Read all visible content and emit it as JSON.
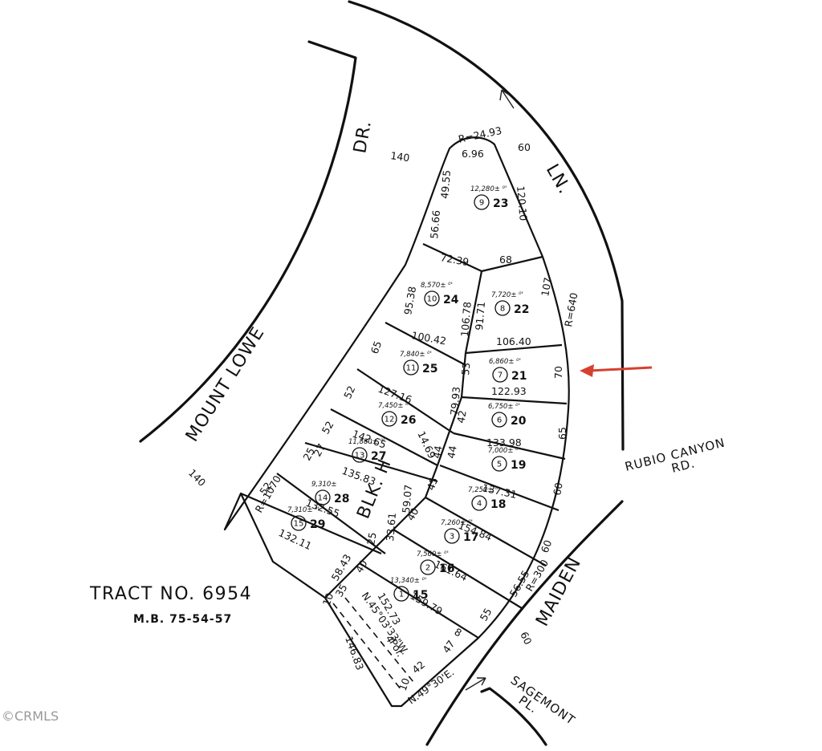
{
  "streets": {
    "mount_lowe": "MOUNT LOWE",
    "dr": "DR.",
    "ln": "LN.",
    "rubio": "RUBIO CANYON",
    "rd": "RD.",
    "maiden": "MAIDEN",
    "sagemont": "SAGEMONT",
    "pl": "PL."
  },
  "tract": {
    "title": "TRACT  NO.  6954",
    "mb": "M.B. 75-54-57"
  },
  "block_label": "BLK. H",
  "watermark": "©CRMLS",
  "pointer_color": "#d6402f",
  "lots": [
    {
      "lot": "23",
      "parcel": "9",
      "area": "12,280± ⁰'"
    },
    {
      "lot": "24",
      "parcel": "10",
      "area": "8,570± ⁰'"
    },
    {
      "lot": "22",
      "parcel": "8",
      "area": "7,720± ⁰'"
    },
    {
      "lot": "25",
      "parcel": "11",
      "area": "7,840± ⁰'"
    },
    {
      "lot": "21",
      "parcel": "7",
      "area": "6,860± ⁰'"
    },
    {
      "lot": "26",
      "parcel": "12",
      "area": "7,450± ⁰'"
    },
    {
      "lot": "20",
      "parcel": "6",
      "area": "6,750± ⁰'"
    },
    {
      "lot": "27",
      "parcel": "13",
      "area": "11,880± ⁰'"
    },
    {
      "lot": "19",
      "parcel": "5",
      "area": "7,000± ⁰'"
    },
    {
      "lot": "28",
      "parcel": "14",
      "area": "9,310±"
    },
    {
      "lot": "18",
      "parcel": "4",
      "area": "7,250± ⁰'"
    },
    {
      "lot": "29",
      "parcel": "15",
      "area": "7,310± ⁰'"
    },
    {
      "lot": "17",
      "parcel": "3",
      "area": "7,260± ⁰'"
    },
    {
      "lot": "16",
      "parcel": "2",
      "area": "7,560± ⁰'"
    },
    {
      "lot": "15",
      "parcel": "1",
      "area": "13,340± ⁰'"
    }
  ],
  "dimensions": {
    "d140a": "140",
    "d140b": "140",
    "r2493": "R=24.93",
    "d696": "6.96",
    "d60top": "60",
    "d4955": "49.55",
    "d5666": "56.66",
    "d12010": "120.10",
    "d7239": "72.39",
    "d68": "68",
    "d9538": "95.38",
    "d10678": "106.78",
    "d9171": "91.71",
    "d107": "107",
    "r640": "R=640",
    "d10042": "100.42",
    "d10640": "106.40",
    "d65a": "65",
    "d53": "53",
    "d70": "70",
    "d12716": "127.16",
    "d7993": "79.93",
    "d12293": "122.93",
    "d52a": "52",
    "d42": "42",
    "d14265": "142.65",
    "d13398": "133.98",
    "d65b": "65",
    "d52b": "52",
    "d44a": "44",
    "d44b": "44",
    "d1469": "14.69",
    "d13583": "135.83",
    "d13731": "137.31",
    "r1070": "R=1070",
    "d25": "25",
    "d27": "27",
    "d5907": "59.07",
    "d45": "45",
    "d60c": "60",
    "d52c": "52",
    "d13255": "132.55",
    "d40a": "40",
    "d15484": "154.84",
    "d3361": "33.61",
    "d25b": "25",
    "d13211": "132.11",
    "d16164": "161.64",
    "d60d": "60",
    "d5843": "58.43",
    "d40b": "40",
    "d15979": "159.79",
    "d5655": "56.55",
    "r300": "R=300",
    "d35": "35",
    "d10a": "10",
    "d15273": "152.73",
    "nw": "N.45°03'33\"W.",
    "d55": "55",
    "d60e": "60",
    "d8": "8",
    "d14683": "146.83",
    "por": "Por.",
    "d4": "4",
    "d47": "47",
    "d42b": "42",
    "d10b": "10",
    "ne": "N.49°30'E."
  }
}
